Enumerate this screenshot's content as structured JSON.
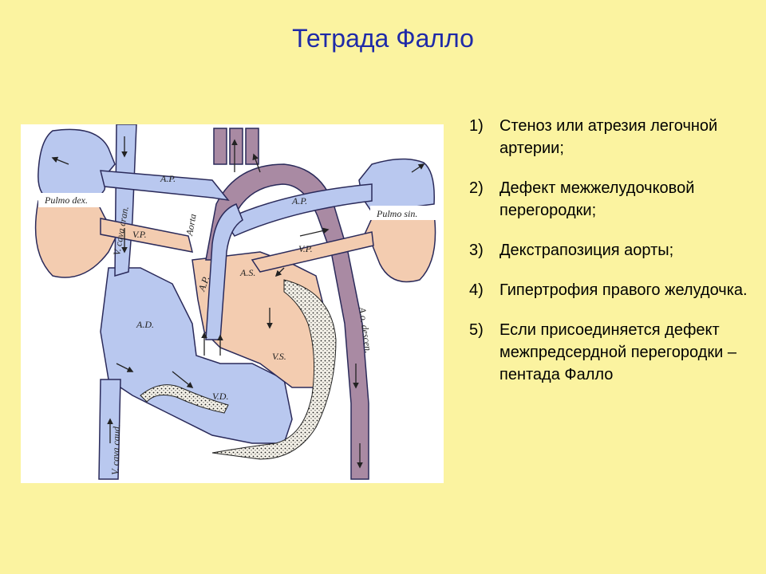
{
  "title": "Тетрада Фалло",
  "diagram": {
    "labels": {
      "pulmo_dex": "Pulmo dex.",
      "pulmo_sin": "Pulmo sin.",
      "ap_top": "A.P.",
      "ap_right": "A.P.",
      "ap_trunk": "A.P.",
      "vp_left": "V.P.",
      "vp_right": "V.P.",
      "aorta": "Aorta",
      "v_cava_cran": "V. cava cran.",
      "v_cava_caud": "V. cava caud.",
      "ao_descen": "A.o. descen.",
      "ad": "A.D.",
      "as": "A.S.",
      "vs": "V.S.",
      "vd": "V.D."
    },
    "colors": {
      "venous": "#b9c8ef",
      "arterial": "#f3ccb0",
      "aorta": "#a98aa3",
      "outline": "#2a2a5a",
      "septum": "#f4f1e8"
    }
  },
  "list": [
    {
      "num": "1)",
      "text": "Стеноз или атрезия легочной артерии;"
    },
    {
      "num": "2)",
      "text": "Дефект межжелудочковой перегородки;"
    },
    {
      "num": "3)",
      "text": "Декстрапозиция аорты;"
    },
    {
      "num": "4)",
      "text": "Гипертрофия правого желудочка."
    },
    {
      "num": "5)",
      "text": "Если присоединяется дефект межпредсердной перегородки – пентада Фалло"
    }
  ]
}
